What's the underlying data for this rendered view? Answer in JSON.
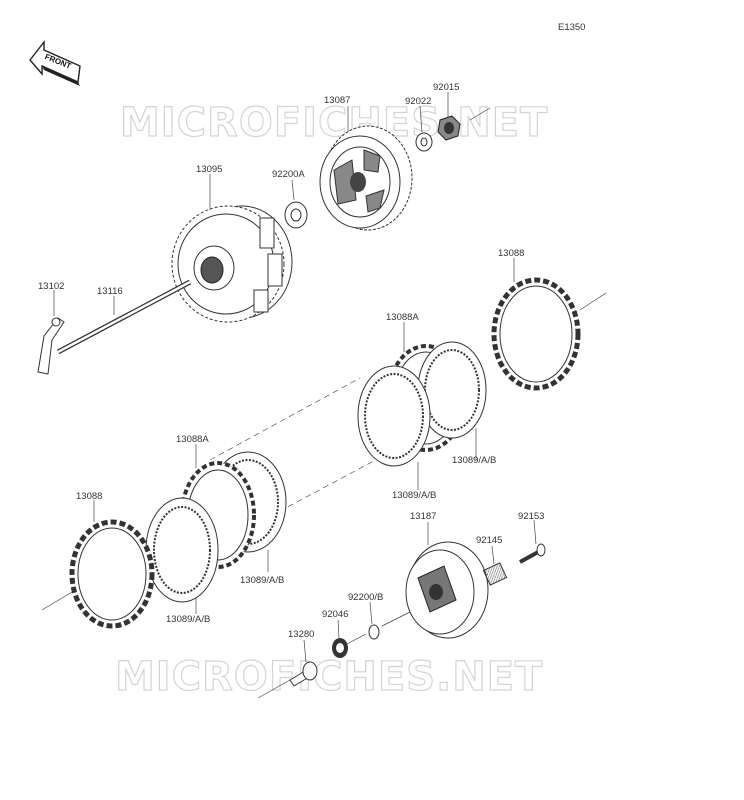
{
  "diagram_code": "E1350",
  "front_label": "FRONT",
  "watermark": "MICROFICHES.NET",
  "parts": {
    "p13087": "13087",
    "p92022": "92022",
    "p92015": "92015",
    "p13095": "13095",
    "p92200A": "92200A",
    "p13102": "13102",
    "p13116": "13116",
    "p13088_right": "13088",
    "p13088A_right": "13088A",
    "p13089_right_upper": "13089/A/B",
    "p13089_right_lower": "13089/A/B",
    "p13088A_left": "13088A",
    "p13088_left": "13088",
    "p13089_left_lower": "13089/A/B",
    "p13089_left_upper": "13089/A/B",
    "p13187": "13187",
    "p92153": "92153",
    "p92145": "92145",
    "p92200B": "92200/B",
    "p92046": "92046",
    "p13280": "13280"
  }
}
